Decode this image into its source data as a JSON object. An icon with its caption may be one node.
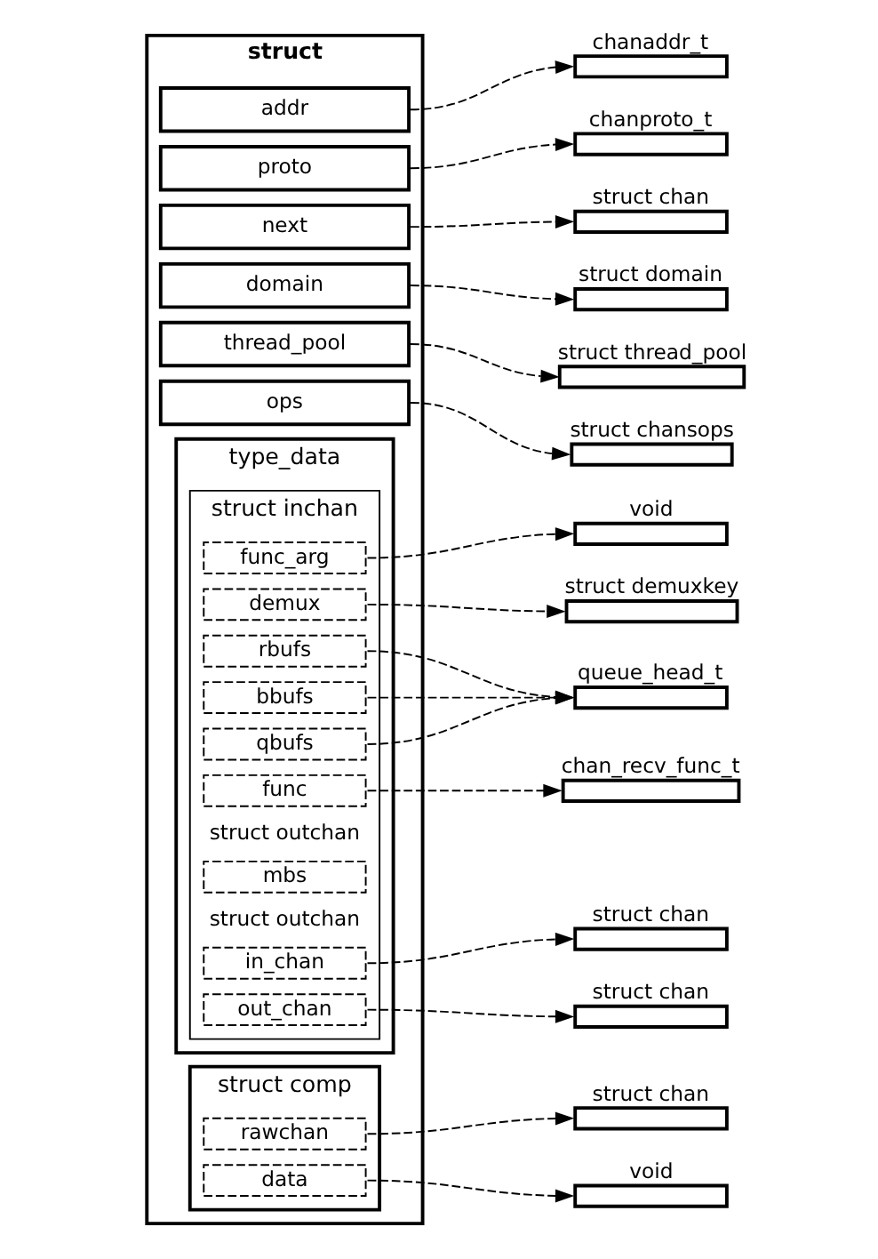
{
  "diagram": {
    "nodes": [
      {
        "text": [
          "struct"
        ]
      },
      {
        "text": [
          "addr"
        ],
        "in": 0
      },
      {
        "text": [
          "proto"
        ],
        "in": 0
      },
      {
        "text": [
          "next"
        ],
        "in": 0
      },
      {
        "text": [
          "domain"
        ],
        "in": 0
      },
      {
        "text": [
          "thread_pool"
        ],
        "in": 0
      },
      {
        "text": [
          "ops"
        ],
        "in": 0
      },
      {
        "text": [
          "type_data"
        ],
        "in": 0
      },
      {
        "text": [
          "struct inchan",
          "struct outchan",
          "struct outchan"
        ],
        "in": 7
      },
      {
        "text": [
          "func_arg"
        ],
        "in": 8
      },
      {
        "text": [
          "demux"
        ],
        "in": 8
      },
      {
        "text": [
          "rbufs"
        ],
        "in": 8
      },
      {
        "text": [
          "bbufs"
        ],
        "in": 8
      },
      {
        "text": [
          "qbufs"
        ],
        "in": 8
      },
      {
        "text": [
          "func"
        ],
        "in": 8
      },
      {
        "text": [
          "mbs"
        ],
        "in": 8
      },
      {
        "text": [
          "in_chan"
        ],
        "in": 8
      },
      {
        "text": [
          "out_chan"
        ],
        "in": 8
      },
      {
        "text": [
          "struct comp"
        ],
        "in": 0
      },
      {
        "text": [
          "rawchan"
        ],
        "in": 18
      },
      {
        "text": [
          "data"
        ],
        "in": 18
      },
      {
        "text": [
          "chanaddr_t"
        ]
      },
      {
        "text": [
          "chanproto_t"
        ]
      },
      {
        "text": [
          "struct chan"
        ]
      },
      {
        "text": [
          "struct domain"
        ]
      },
      {
        "text": [
          "struct thread_pool"
        ]
      },
      {
        "text": [
          "struct chansops"
        ]
      },
      {
        "text": [
          "void"
        ]
      },
      {
        "text": [
          "struct demuxkey"
        ]
      },
      {
        "text": [
          "queue_head_t"
        ]
      },
      {
        "text": [
          "chan_recv_func_t"
        ]
      },
      {
        "text": [
          "struct chan"
        ]
      },
      {
        "text": [
          "struct chan"
        ]
      },
      {
        "text": [
          "struct chan"
        ]
      },
      {
        "text": [
          "void"
        ]
      }
    ],
    "edges": [
      {
        "from": 1,
        "to": 21,
        "arrow": "to",
        "style": "dashed"
      },
      {
        "from": 2,
        "to": 22,
        "arrow": "to",
        "style": "dashed"
      },
      {
        "from": 3,
        "to": 23,
        "arrow": "to",
        "style": "dashed"
      },
      {
        "from": 4,
        "to": 24,
        "arrow": "to",
        "style": "dashed"
      },
      {
        "from": 5,
        "to": 25,
        "arrow": "to",
        "style": "dashed"
      },
      {
        "from": 6,
        "to": 26,
        "arrow": "to",
        "style": "dashed"
      },
      {
        "from": 9,
        "to": 27,
        "arrow": "to",
        "style": "dashed"
      },
      {
        "from": 10,
        "to": 28,
        "arrow": "to",
        "style": "dashed"
      },
      {
        "from": 11,
        "to": 29,
        "arrow": "to",
        "style": "dashed"
      },
      {
        "from": 12,
        "to": 29,
        "arrow": "to",
        "style": "dashed"
      },
      {
        "from": 13,
        "to": 29,
        "arrow": "to",
        "style": "dashed"
      },
      {
        "from": 14,
        "to": 30,
        "arrow": "to",
        "style": "dashed"
      },
      {
        "from": 16,
        "to": 31,
        "arrow": "to",
        "style": "dashed"
      },
      {
        "from": 17,
        "to": 32,
        "arrow": "to",
        "style": "dashed"
      },
      {
        "from": 19,
        "to": 33,
        "arrow": "to",
        "style": "dashed"
      },
      {
        "from": 20,
        "to": 34,
        "arrow": "to",
        "style": "dashed"
      }
    ]
  }
}
